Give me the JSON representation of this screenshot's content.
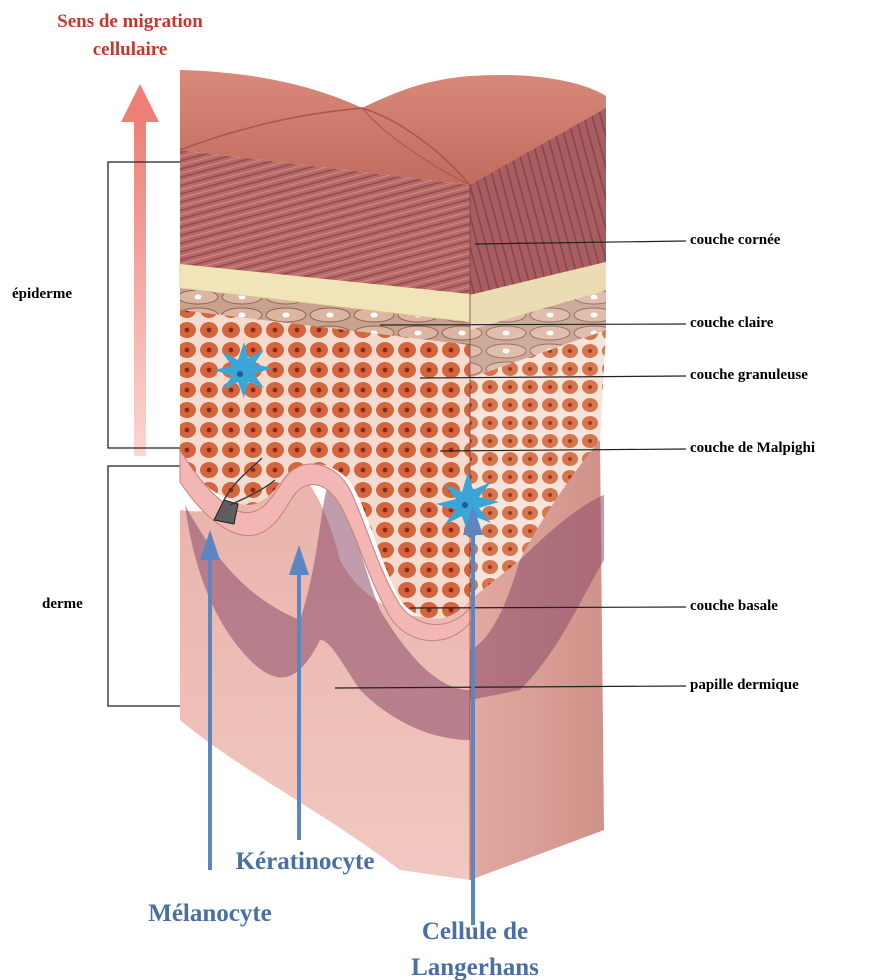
{
  "migration": {
    "line1": "Sens de migration",
    "line2": "cellulaire"
  },
  "regions": {
    "epidermis": "épiderme",
    "dermis": "derme"
  },
  "layers": {
    "stratum_corneum": "couche cornée",
    "stratum_lucidum": "couche claire",
    "stratum_granulosum": "couche granuleuse",
    "malpighi": "couche de Malpighi",
    "basal": "couche basale",
    "dermal_papilla": "papille dermique"
  },
  "cells": {
    "keratinocyte": "Kératinocyte",
    "melanocyte": "Mélanocyte",
    "langerhans_line1": "Cellule de",
    "langerhans_line2": "Langerhans"
  },
  "colors": {
    "migration_text": "#c0392b",
    "migration_arrow": "#f08c84",
    "cell_label": "#4a6fa5",
    "cell_arrow": "#5b86c2",
    "leader_line": "#222222"
  }
}
